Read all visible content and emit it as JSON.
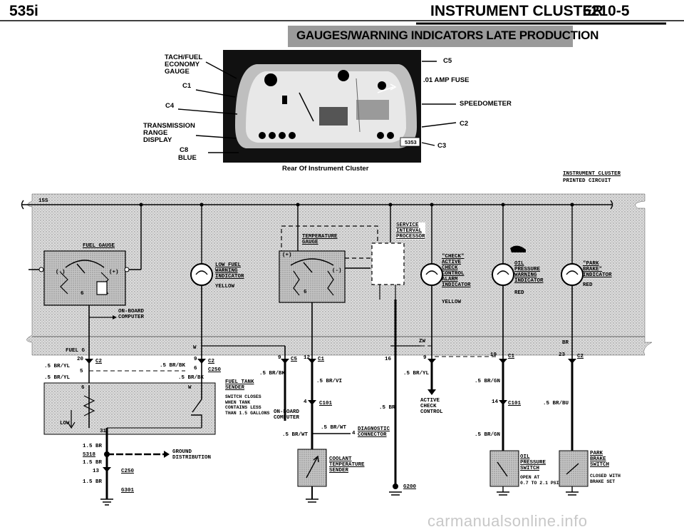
{
  "header": {
    "model": "535i",
    "section": "INSTRUMENT CLUSTER",
    "page_code": "6210-5"
  },
  "banner": "GAUGES/WARNING INDICATORS LATE PRODUCTION",
  "photo": {
    "caption": "Rear Of Instrument Cluster",
    "photo_number": "5353",
    "left_callouts": {
      "tach": [
        "TACH/FUEL",
        "ECONOMY",
        "GAUGE"
      ],
      "c1": "C1",
      "c4": "C4",
      "trans": [
        "TRANSMISSION",
        "RANGE",
        "DISPLAY"
      ],
      "c8": "C8",
      "blue": "BLUE"
    },
    "right_callouts": {
      "c5": "C5",
      "fuse": ".01 AMP FUSE",
      "speedometer": "SPEEDOMETER",
      "c2": "C2",
      "c3": "C3"
    }
  },
  "cluster_label": {
    "title": "INSTRUMENT CLUSTER",
    "subtitle": "PRINTED CIRCUIT"
  },
  "bus_label": "15S",
  "components": {
    "fuel_gauge": "FUEL GAUGE",
    "low_fuel": [
      "LOW FUEL",
      "WARNING",
      "INDICATOR"
    ],
    "low_fuel_color": "YELLOW",
    "temp_gauge": [
      "TEMPERATURE",
      "GAUGE"
    ],
    "sip": [
      "SERVICE",
      "INTERVAL",
      "PROCESSOR"
    ],
    "check": [
      "\"CHECK\"",
      "ACTIVE",
      "CHECK",
      "CONTROL",
      "ALARM",
      "INDICATOR"
    ],
    "check_color": "YELLOW",
    "oil": [
      "OIL",
      "PRESSURE",
      "WARNING",
      "INDICATOR"
    ],
    "oil_color": "RED",
    "park": [
      "\"PARK",
      "BRAKE\"",
      "INDICATOR"
    ],
    "park_color": "RED",
    "on_board": [
      "ON-BOARD",
      "COMPUTER"
    ]
  },
  "glyphs": {
    "minus": "(-)",
    "plus": "(+)",
    "six": "6",
    "zw": "ZW",
    "br": "BR",
    "w": "W"
  },
  "lower": {
    "fuel_g": "FUEL G",
    "conn_c2": "C2",
    "pin20": "20",
    "pin9": "9",
    "pin6": "6",
    "wire_br_yl": ".5 BR/YL",
    "wire_br_yl2": ".5 BR/YL",
    "wire_br_bk": ".5 BR/BK",
    "wire_br_bk2": ".5 BR/BK",
    "c250": "C250",
    "pin5": "5",
    "low": "LOW",
    "pin31": "31",
    "tank": [
      "FUEL TANK",
      "SENDER"
    ],
    "tank_note": [
      "SWITCH CLOSES",
      "WHEN TANK",
      "CONTAINS LESS",
      "THAN 1.5 GALLONS"
    ],
    "br_15": "1.5 BR",
    "s318": "S318",
    "br_15b": "1.5 BR",
    "pin13": "13",
    "c250b": "C250",
    "br_15c": "1.5 BR",
    "g301": "G301",
    "ground": [
      "GROUND",
      "DISTRIBUTION"
    ],
    "pin9b": "9",
    "c5": "C5",
    "pin12": "12",
    "c1": "C1",
    "wire_br_bk3": ".5 BR/BK",
    "wire_br_vi": ".5 BR/VI",
    "obc": [
      "ON-BOARD",
      "COMPUTER"
    ],
    "pin4": "4",
    "c101": "C101",
    "wire_br_wt": ".5 BR/WT",
    "wire_br_wt2": ".5 BR/WT",
    "pin4b": "4",
    "diag": [
      "DIAGNOSTIC",
      "CONNECTOR"
    ],
    "coolant": [
      "COOLANT",
      "TEMPERATURE",
      "SENDER"
    ],
    "pin16": "16",
    "wire_br": ".5 BR",
    "g200": "G200",
    "pin9c": "9",
    "wire_br_yl3": ".5 BR/YL",
    "acc": [
      "ACTIVE",
      "CHECK",
      "CONTROL"
    ],
    "pin19": "19",
    "c1b": "C1",
    "wire_br_gn": ".5 BR/GN",
    "pin14": "14",
    "c101b": "C101",
    "wire_br_gn2": ".5 BR/GN",
    "oil_sw": [
      "OIL",
      "PRESSURE",
      "SWITCH"
    ],
    "oil_note": [
      "OPEN AT",
      "0.7 TO 2.1 PSI"
    ],
    "pin23": "23",
    "c2b": "C2",
    "wire_br_bu": ".5 BR/BU",
    "park_sw": [
      "PARK",
      "BRAKE",
      "SWITCH"
    ],
    "park_note": [
      "CLOSED WITH",
      "BRAKE SET"
    ]
  },
  "watermark": "carmanualsonline.info"
}
